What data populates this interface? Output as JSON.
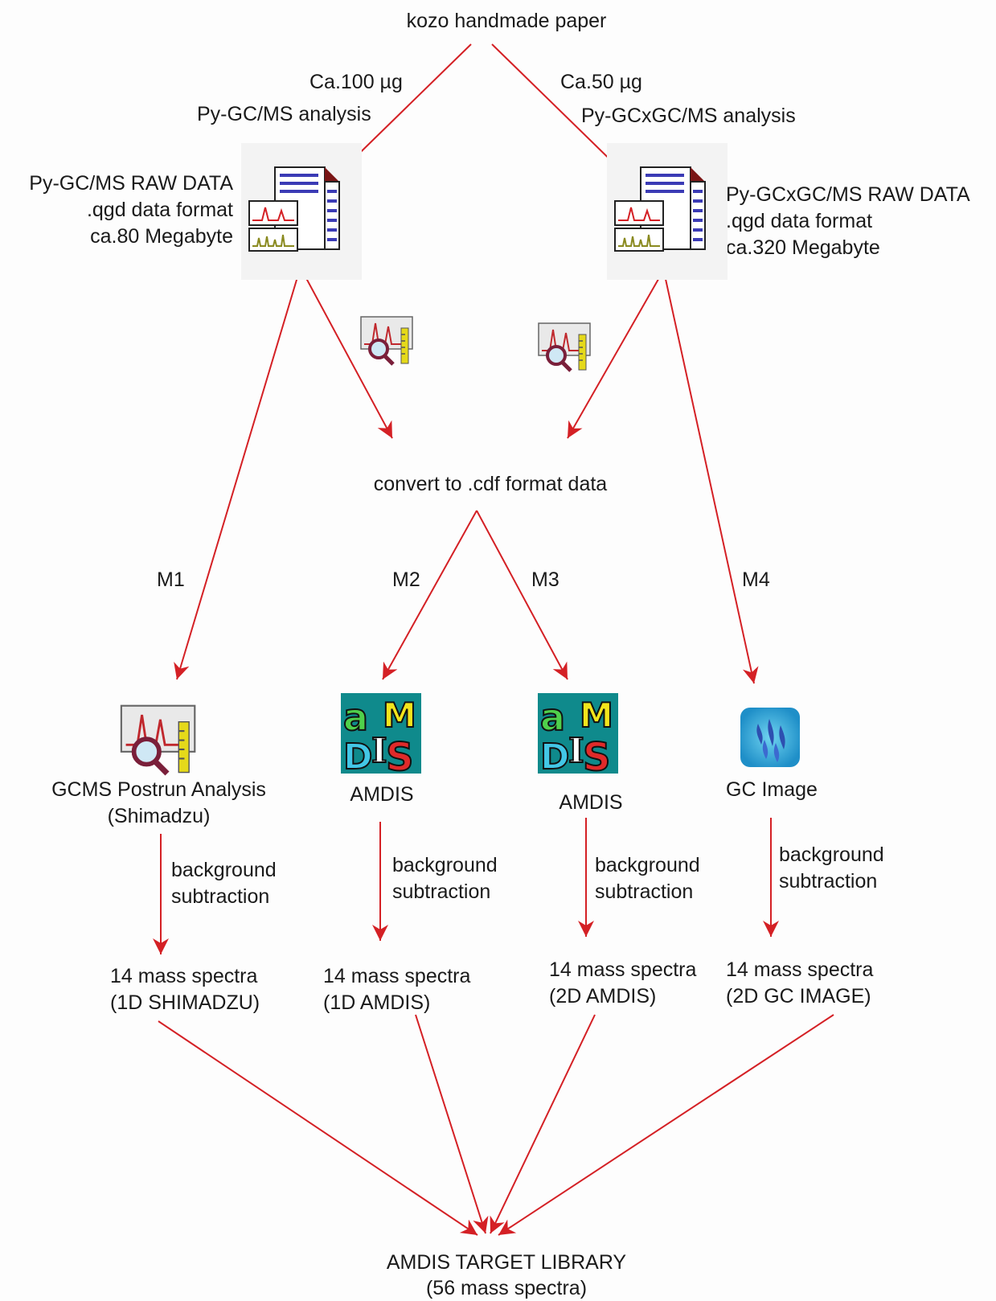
{
  "source": {
    "label": "kozo handmade paper"
  },
  "left_branch": {
    "amount": "Ca.100 µg",
    "method": "Py-GC/MS analysis",
    "raw_line1": "Py-GC/MS RAW DATA",
    "raw_line2": ".qgd data format",
    "raw_line3": "ca.80 Megabyte"
  },
  "right_branch": {
    "amount": "Ca.50 µg",
    "method": "Py-GCxGC/MS analysis",
    "raw_line1": "Py-GCxGC/MS RAW DATA",
    "raw_line2": ".qgd data format",
    "raw_line3": "ca.320 Megabyte"
  },
  "convert": {
    "label": "convert to .cdf format data"
  },
  "methods": {
    "m1": "M1",
    "m2": "M2",
    "m3": "M3",
    "m4": "M4"
  },
  "software": {
    "m1_line1": "GCMS Postrun Analysis",
    "m1_line2": "(Shimadzu)",
    "m2": "AMDIS",
    "m3": "AMDIS",
    "m4": "GC Image"
  },
  "step": {
    "m1_line1": "background",
    "m1_line2": "subtraction",
    "m2_line1": "background",
    "m2_line2": "subtraction",
    "m3_line1": "background",
    "m3_line2": "subtraction",
    "m4_line1": "background",
    "m4_line2": "subtraction"
  },
  "results": {
    "m1_line1": "14 mass spectra",
    "m1_line2": "(1D SHIMADZU)",
    "m2_line1": "14 mass spectra",
    "m2_line2": "(1D AMDIS)",
    "m3_line1": "14 mass spectra",
    "m3_line2": "(2D AMDIS)",
    "m4_line1": "14 mass spectra",
    "m4_line2": "(2D GC IMAGE)"
  },
  "target": {
    "line1": "AMDIS TARGET LIBRARY",
    "line2": "(56 mass spectra)"
  },
  "colors": {
    "arrow": "#d42025",
    "background": "#fdfdfd"
  },
  "icons": {
    "raw_data_left": "raw-data-document-icon",
    "raw_data_right": "raw-data-document-icon",
    "postrun_left": "postrun-analysis-icon",
    "postrun_right": "postrun-analysis-icon",
    "postrun_m1": "postrun-analysis-icon",
    "amdis_m2": "amdis-logo-icon",
    "amdis_m3": "amdis-logo-icon",
    "gc_image_m4": "gc-image-logo-icon"
  }
}
